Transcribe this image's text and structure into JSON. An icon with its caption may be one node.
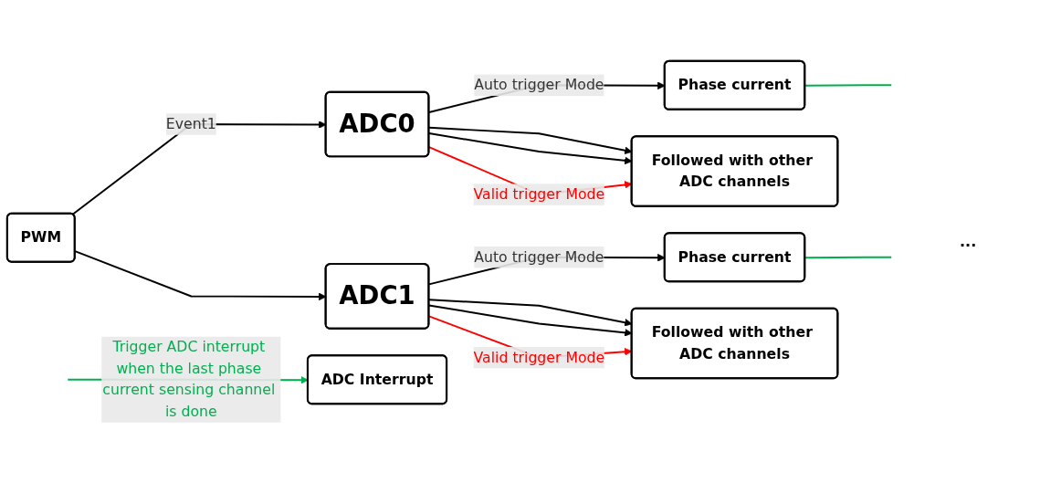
{
  "diagram": {
    "nodes": [
      {
        "text": [
          "PWM"
        ]
      },
      {
        "text": [
          "ADC0"
        ]
      },
      {
        "text": [
          "Phase current"
        ]
      },
      {
        "text": [
          "Followed with other ADC channels"
        ]
      },
      {
        "text": [
          "ADC1"
        ]
      },
      {
        "text": [
          "Phase current"
        ]
      },
      {
        "text": [
          "Followed with other ADC channels"
        ]
      },
      {
        "text": [
          "ADC Interrupt"
        ]
      }
    ],
    "edges": [
      {
        "from": 0,
        "to": 1,
        "arrow": "to",
        "label": "Event1"
      },
      {
        "from": 0,
        "to": 4,
        "arrow": "to"
      },
      {
        "from": 1,
        "to": 2,
        "arrow": "to",
        "label": "Auto trigger Mode"
      },
      {
        "from": 1,
        "to": 3,
        "arrow": "to"
      },
      {
        "from": 1,
        "to": 3,
        "arrow": "to"
      },
      {
        "from": 1,
        "to": 3,
        "arrow": "to",
        "label": "Valid trigger Mode",
        "color": "#ff0000"
      },
      {
        "from": 2,
        "to": null,
        "arrow": "none",
        "color": "#00b050"
      },
      {
        "from": 4,
        "to": 5,
        "arrow": "to",
        "label": "Auto trigger Mode"
      },
      {
        "from": 4,
        "to": 6,
        "arrow": "to"
      },
      {
        "from": 4,
        "to": 6,
        "arrow": "to"
      },
      {
        "from": 4,
        "to": 6,
        "arrow": "to",
        "label": "Valid trigger Mode",
        "color": "#ff0000"
      },
      {
        "from": 5,
        "to": null,
        "arrow": "none",
        "color": "#00b050"
      },
      {
        "from": null,
        "to": 7,
        "arrow": "to",
        "label": "Trigger ADC interrupt when the last phase current sensing channel is done",
        "color": "#00b050"
      }
    ],
    "labels": [
      "..."
    ]
  }
}
